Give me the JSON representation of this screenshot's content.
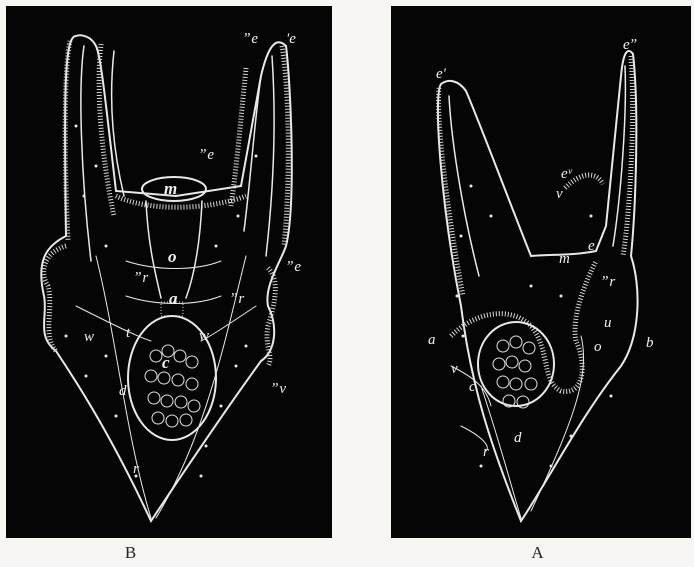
{
  "figures": [
    {
      "caption": "B",
      "labels": {
        "e_top_right_inner": "ˮe",
        "e_top_right_outer": "'e",
        "e_mid": "ˮe",
        "m": "m",
        "o": "o",
        "r_mid": "ˮr",
        "a": "a",
        "e_right": "ˮe",
        "w_left": "w",
        "t": "t",
        "w_right": "w",
        "r_right": "ˮr",
        "c": "c",
        "d": "d",
        "v": "ˮv",
        "r_bottom": "r"
      }
    },
    {
      "caption": "A",
      "labels": {
        "e_left": "e'",
        "e_right": "eˮ",
        "e_v": "eᵛ",
        "v": "v",
        "m": "m",
        "e_mid": "e",
        "r_right": "ˮr",
        "a": "a",
        "u": "u",
        "o": "o",
        "b": "b",
        "v_left": "v",
        "c": "c",
        "d": "d",
        "r_bottom": "r"
      }
    }
  ]
}
